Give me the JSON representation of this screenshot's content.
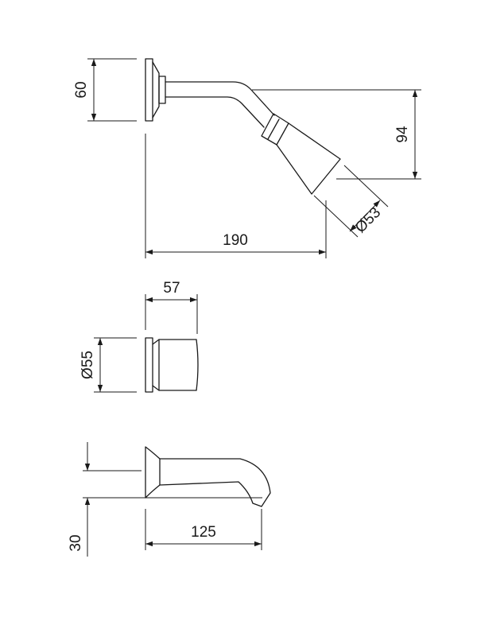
{
  "shower_arm": {
    "height_label": "60",
    "drop_label": "94",
    "diameter_label": "Ø53",
    "projection_label": "190"
  },
  "diverter": {
    "length_label": "57",
    "diameter_label": "Ø55"
  },
  "spout": {
    "height_label": "30",
    "projection_label": "125"
  }
}
